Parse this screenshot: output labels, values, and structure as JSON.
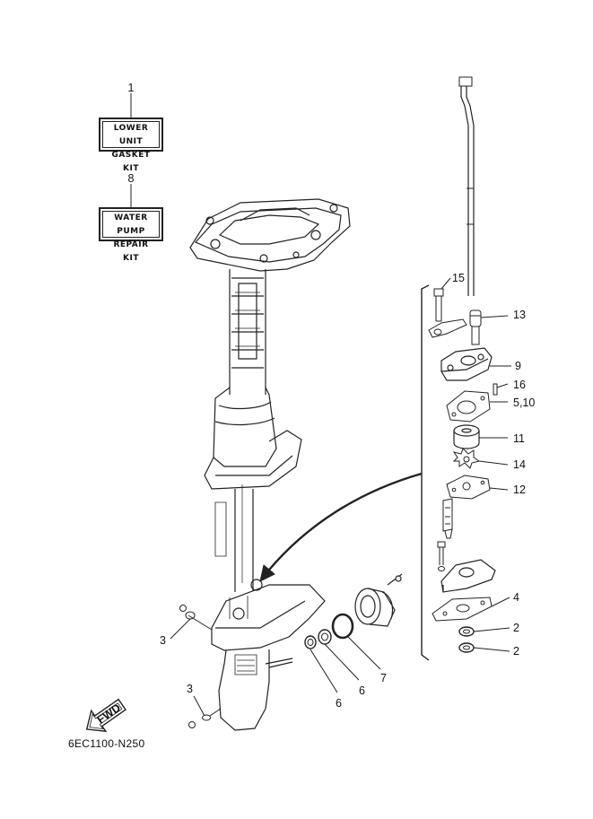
{
  "kits": [
    {
      "number": "1",
      "line1": "LOWER UNIT",
      "line2": "GASKET KIT"
    },
    {
      "number": "8",
      "line1": "WATER PUMP",
      "line2": "REPAIR KIT"
    }
  ],
  "callouts": {
    "c15": "15",
    "c13": "13",
    "c9": "9",
    "c16": "16",
    "c5_10": "5,10",
    "c11": "11",
    "c14": "14",
    "c12": "12",
    "c4": "4",
    "c2a": "2",
    "c2b": "2",
    "c3a": "3",
    "c3b": "3",
    "c6a": "6",
    "c6b": "6",
    "c7": "7"
  },
  "fwd_label": "FWD",
  "diagram_code": "6EC1100-N250"
}
